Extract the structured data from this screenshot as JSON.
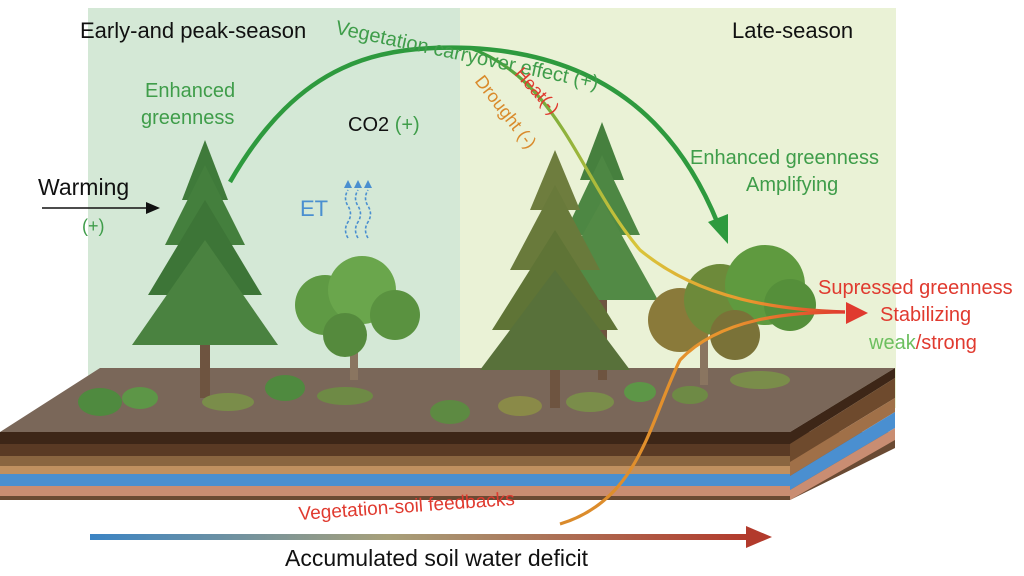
{
  "panels": {
    "early": "Early-and peak-season",
    "late": "Late-season"
  },
  "drivers": {
    "warming": "Warming",
    "warming_sign": "(+)",
    "greenness": [
      "Enhanced",
      "greenness"
    ],
    "co2": "CO2",
    "co2_sign": "(+)",
    "et": "ET"
  },
  "arcs": {
    "carryover": "Vegetation carryover effect (+)",
    "heat": "Heat(-)",
    "drought": "Drought (-)",
    "feedbacks": "Vegetation-soil feedbacks"
  },
  "outcomes": {
    "enhanced": [
      "Enhanced greenness",
      "Amplifying"
    ],
    "suppressed": "Supressed greenness",
    "stabilizing": "Stabilizing",
    "weak": "weak",
    "slash": "/",
    "strong": "strong"
  },
  "deficit_label": "Accumulated soil water deficit",
  "colors": {
    "green": "#2e9a3e",
    "green_text": "#3f9d4a",
    "red": "#e03a2f",
    "orange": "#d98a2b",
    "blue": "#3b84c4",
    "dark_red": "#b23a2c",
    "light_green": "#6cbf5f"
  },
  "icons": {
    "et": "evapotranspiration-wave-icon",
    "warming": "arrow-right-icon"
  }
}
